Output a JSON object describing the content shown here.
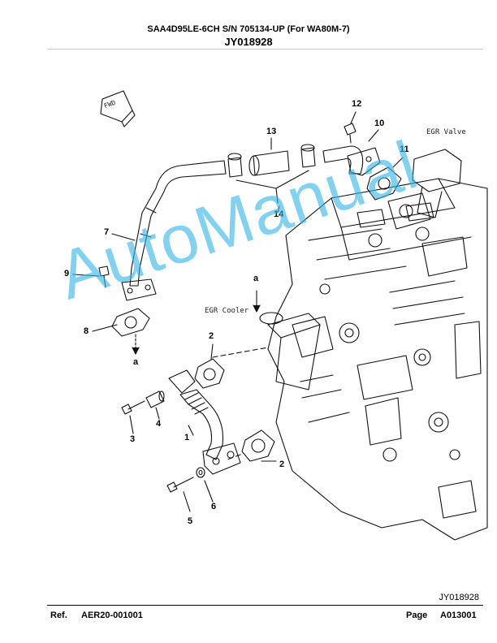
{
  "header": {
    "model_line": "SAA4D95LE-6CH S/N 705134-UP (For WA80M-7)",
    "drawing_code": "JY018928"
  },
  "diagram": {
    "egr_valve_label": "EGR Valve",
    "egr_cooler_label": "EGR Cooler",
    "fwd_label": "FWD",
    "watermark": "AutoManual",
    "callouts": {
      "c1": "1",
      "c2a": "2",
      "c2b": "2",
      "c3": "3",
      "c4": "4",
      "c5": "5",
      "c6": "6",
      "c7": "7",
      "c8": "8",
      "c9": "9",
      "c10": "10",
      "c11": "11",
      "c12": "12",
      "c13": "13",
      "c14": "14",
      "ref_a_top": "a",
      "ref_a_bottom": "a"
    },
    "drawing_id": "JY018928"
  },
  "footer": {
    "ref_label": "Ref.",
    "ref_value": "AER20-001001",
    "page_label": "Page",
    "page_value": "A013001"
  }
}
